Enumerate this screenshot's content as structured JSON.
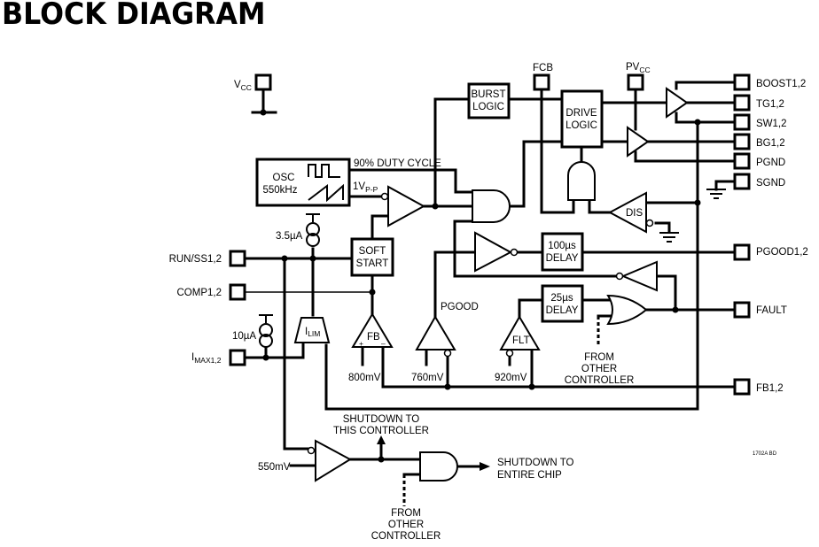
{
  "title": "BLOCK DIAGRAM",
  "pins": {
    "vcc": {
      "main": "V",
      "sub": "CC"
    },
    "pvcc": {
      "main": "PV",
      "sub": "CC"
    },
    "fcb": "FCB",
    "boost": "BOOST1,2",
    "tg": "TG1,2",
    "sw": "SW1,2",
    "bg": "BG1,2",
    "pgnd": "PGND",
    "sgnd": "SGND",
    "pgood": "PGOOD1,2",
    "fault": "FAULT",
    "fb": "FB1,2",
    "run_ss": "RUN/SS1,2",
    "comp": "COMP1,2",
    "imax": {
      "main": "I",
      "sub": "MAX1,2"
    }
  },
  "blocks": {
    "osc_line1": "OSC",
    "osc_line2": "550kHz",
    "burst_line1": "BURST",
    "burst_line2": "LOGIC",
    "drive_line1": "DRIVE",
    "drive_line2": "LOGIC",
    "soft_line1": "SOFT",
    "soft_line2": "START",
    "delay100_line1": "100µs",
    "delay100_line2": "DELAY",
    "delay25_line1": "25µs",
    "delay25_line2": "DELAY"
  },
  "amps": {
    "dis": "DIS",
    "fb": "FB",
    "flt": "FLT",
    "ilim": {
      "main": "I",
      "sub": "LIM"
    },
    "plus": "+",
    "minus": "–"
  },
  "labels": {
    "duty_cycle": "90% DUTY CYCLE",
    "vpp": {
      "main": "1V",
      "sub": "P-P"
    },
    "i_3_5": "3.5µA",
    "i_10": "10µA",
    "pgood": "PGOOD",
    "v800": "800mV",
    "v760": "760mV",
    "v920": "920mV",
    "v550": "550mV",
    "from_other_1": [
      "FROM",
      "OTHER",
      "CONTROLLER"
    ],
    "from_other_2": [
      "FROM",
      "OTHER",
      "CONTROLLER"
    ],
    "shutdown_this": [
      "SHUTDOWN TO",
      "THIS CONTROLLER"
    ],
    "shutdown_chip": [
      "SHUTDOWN TO",
      "ENTIRE CHIP"
    ],
    "figure_id": "1702A BD"
  }
}
